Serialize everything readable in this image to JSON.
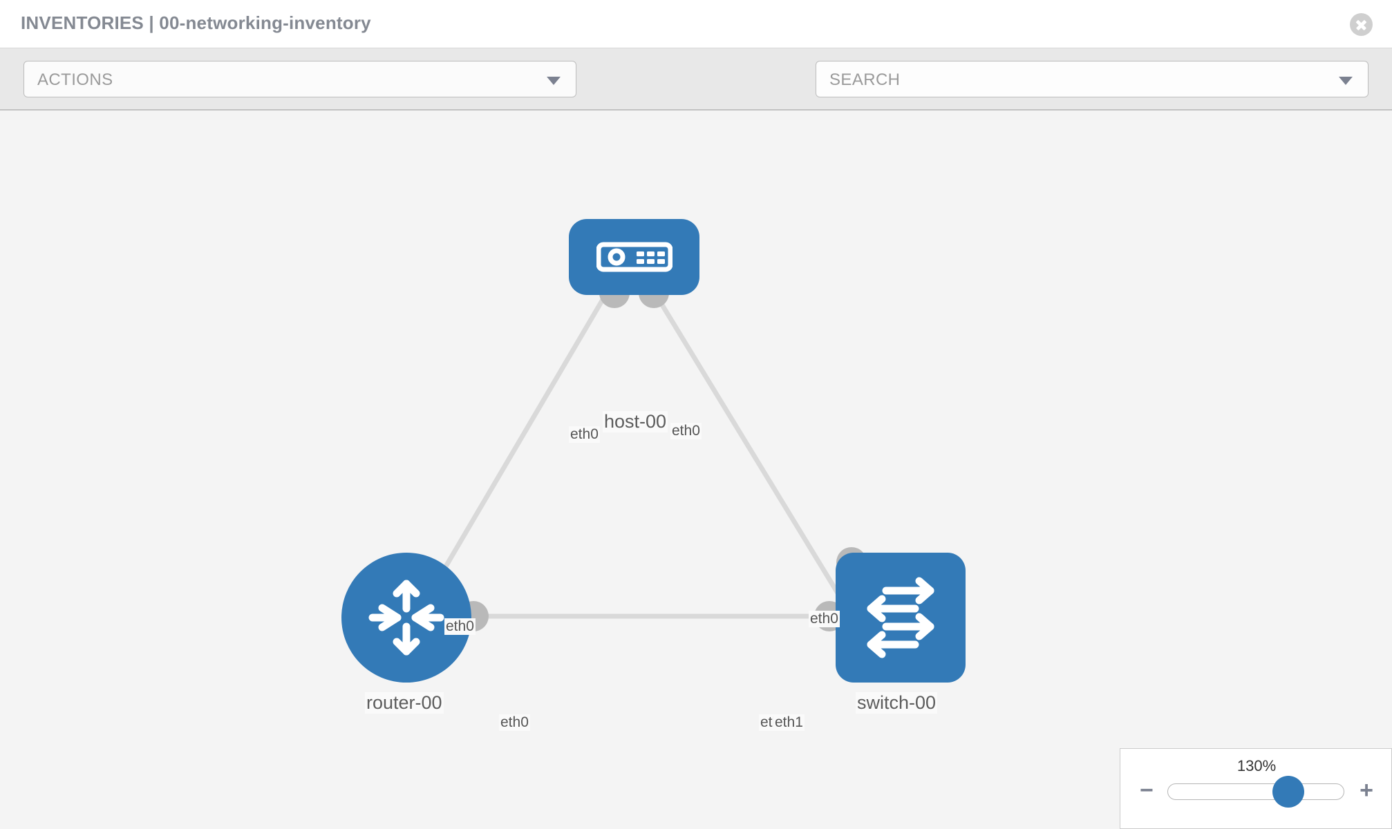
{
  "header": {
    "title": "INVENTORIES | 00-networking-inventory",
    "close_label": "close-icon"
  },
  "toolbar": {
    "actions_label": "ACTIONS",
    "search_placeholder": "SEARCH",
    "wrench_icon": "wrench-icon",
    "key_icon": "key-icon"
  },
  "topology": {
    "nodes": [
      {
        "id": "host-00",
        "label": "host-00",
        "icon": "server-icon",
        "shape": "rounded"
      },
      {
        "id": "router-00",
        "label": "router-00",
        "icon": "router-icon",
        "shape": "circle"
      },
      {
        "id": "switch-00",
        "label": "switch-00",
        "icon": "switch-icon",
        "shape": "rounded"
      }
    ],
    "links": [
      {
        "from": "host-00",
        "to": "router-00",
        "from_if": "eth0",
        "to_if": "eth0"
      },
      {
        "from": "host-00",
        "to": "switch-00",
        "from_if": "eth0",
        "to_if": "eth0"
      },
      {
        "from": "router-00",
        "to": "switch-00",
        "from_if": "eth0",
        "to_if": "eth1"
      }
    ],
    "interface_labels": {
      "host_left": "eth0",
      "host_right": "eth0",
      "router_up": "eth0",
      "switch_up": "eth0",
      "router_right": "eth0",
      "switch_left_a": "eth0",
      "switch_left_b": "eth1"
    }
  },
  "zoom_control": {
    "value": "130%",
    "minus_label": "−",
    "plus_label": "+"
  },
  "colors": {
    "node_blue": "#337ab7",
    "canvas_bg": "#f4f4f4",
    "toolbar_bg": "#e8e8e8",
    "link_gray": "#d4d4d4",
    "nub_gray": "#b9b9b9"
  }
}
